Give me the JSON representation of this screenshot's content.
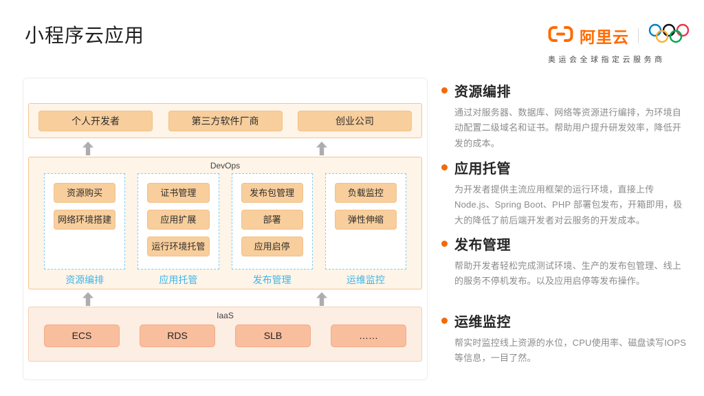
{
  "slide": {
    "title": "小程序云应用",
    "logo": {
      "brand": "阿里云",
      "tagline": "奥运会全球指定云服务商"
    }
  },
  "diagram": {
    "users_layer": {
      "items": [
        "个人开发者",
        "第三方软件厂商",
        "创业公司"
      ]
    },
    "devops_layer": {
      "label": "DevOps",
      "columns": [
        {
          "boxes": [
            "资源购买",
            "网络环境搭建"
          ],
          "label": "资源编排"
        },
        {
          "boxes": [
            "证书管理",
            "应用扩展",
            "运行环境托管"
          ],
          "label": "应用托管"
        },
        {
          "boxes": [
            "发布包管理",
            "部署",
            "应用启停"
          ],
          "label": "发布管理"
        },
        {
          "boxes": [
            "负载监控",
            "弹性伸缩"
          ],
          "label": "运维监控"
        }
      ]
    },
    "iaas_layer": {
      "label": "IaaS",
      "items": [
        "ECS",
        "RDS",
        "SLB",
        "……"
      ]
    }
  },
  "features": [
    {
      "title": "资源编排",
      "description": "通过对服务器、数据库、网络等资源进行编排，为环境自动配置二级域名和证书。帮助用户提升研发效率，降低开发的成本。"
    },
    {
      "title": "应用托管",
      "description": "为开发者提供主流应用框架的运行环境，直接上传 Node.js、Spring Boot、PHP 部署包发布，开箱即用，极大的降低了前后端开发者对云服务的开发成本。"
    },
    {
      "title": "发布管理",
      "description": "帮助开发者轻松完成测试环境、生产的发布包管理、线上的服务不停机发布。以及应用启停等发布操作。"
    },
    {
      "title": "运维监控",
      "description": "帮实时监控线上资源的水位，CPU使用率、磁盘读写IOPS等信息，一目了然。"
    }
  ],
  "colors": {
    "brand_orange": "#FF6A00",
    "container_fill": "#FEF4E7",
    "container_border": "#F6C58F",
    "box_fill": "#F8CE9C",
    "iaas_fill": "#FDEEE4",
    "iaas_box_fill": "#F9BE9D",
    "dashed_blue": "#85CDEF",
    "label_blue": "#3FB5EA",
    "arrow_gray": "#ADADAD"
  }
}
